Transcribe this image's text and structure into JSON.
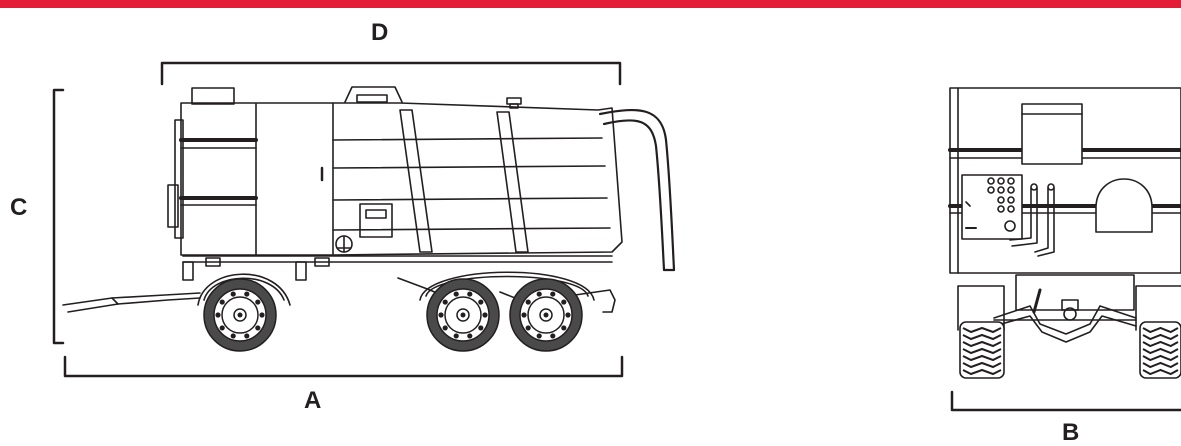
{
  "colors": {
    "accent_bar": "#e31d37",
    "line": "#231f20",
    "tire": "#4a4a4a"
  },
  "labels": {
    "a": "A",
    "b": "B",
    "c": "C",
    "d": "D"
  }
}
